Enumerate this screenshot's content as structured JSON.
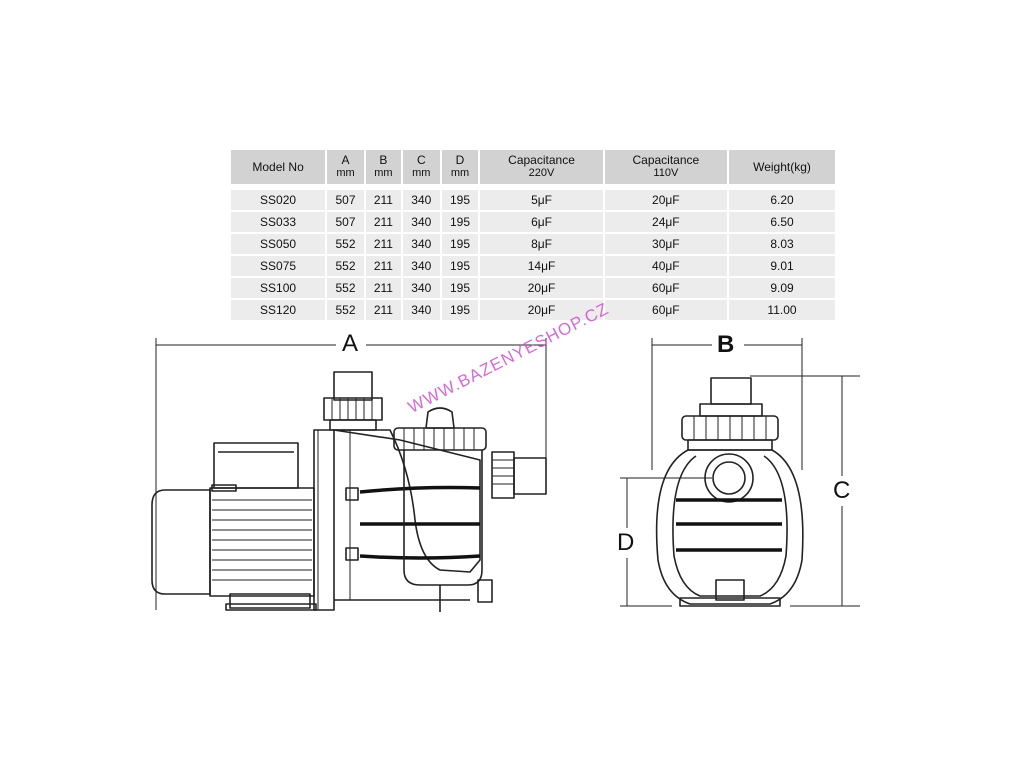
{
  "table": {
    "headers": [
      {
        "title": "Model No",
        "sub": ""
      },
      {
        "title": "A",
        "sub": "mm"
      },
      {
        "title": "B",
        "sub": "mm"
      },
      {
        "title": "C",
        "sub": "mm"
      },
      {
        "title": "D",
        "sub": "mm"
      },
      {
        "title": "Capacitance",
        "sub": "220V"
      },
      {
        "title": "Capacitance",
        "sub": "110V"
      },
      {
        "title": "Weight(kg)",
        "sub": ""
      }
    ],
    "rows": [
      [
        "SS020",
        "507",
        "211",
        "340",
        "195",
        "5μF",
        "20μF",
        "6.20"
      ],
      [
        "SS033",
        "507",
        "211",
        "340",
        "195",
        "6μF",
        "24μF",
        "6.50"
      ],
      [
        "SS050",
        "552",
        "211",
        "340",
        "195",
        "8μF",
        "30μF",
        "8.03"
      ],
      [
        "SS075",
        "552",
        "211",
        "340",
        "195",
        "14μF",
        "40μF",
        "9.01"
      ],
      [
        "SS100",
        "552",
        "211",
        "340",
        "195",
        "20μF",
        "60μF",
        "9.09"
      ],
      [
        "SS120",
        "552",
        "211",
        "340",
        "195",
        "20μF",
        "60μF",
        "11.00"
      ]
    ]
  },
  "labels": {
    "a": "A",
    "b": "B",
    "c": "C",
    "d": "D"
  },
  "watermark": "WWW.BAZENYESHOP.CZ",
  "colors": {
    "header_bg": "#d2d2d2",
    "row_bg": "#ececec",
    "watermark": "#d14fd1"
  }
}
